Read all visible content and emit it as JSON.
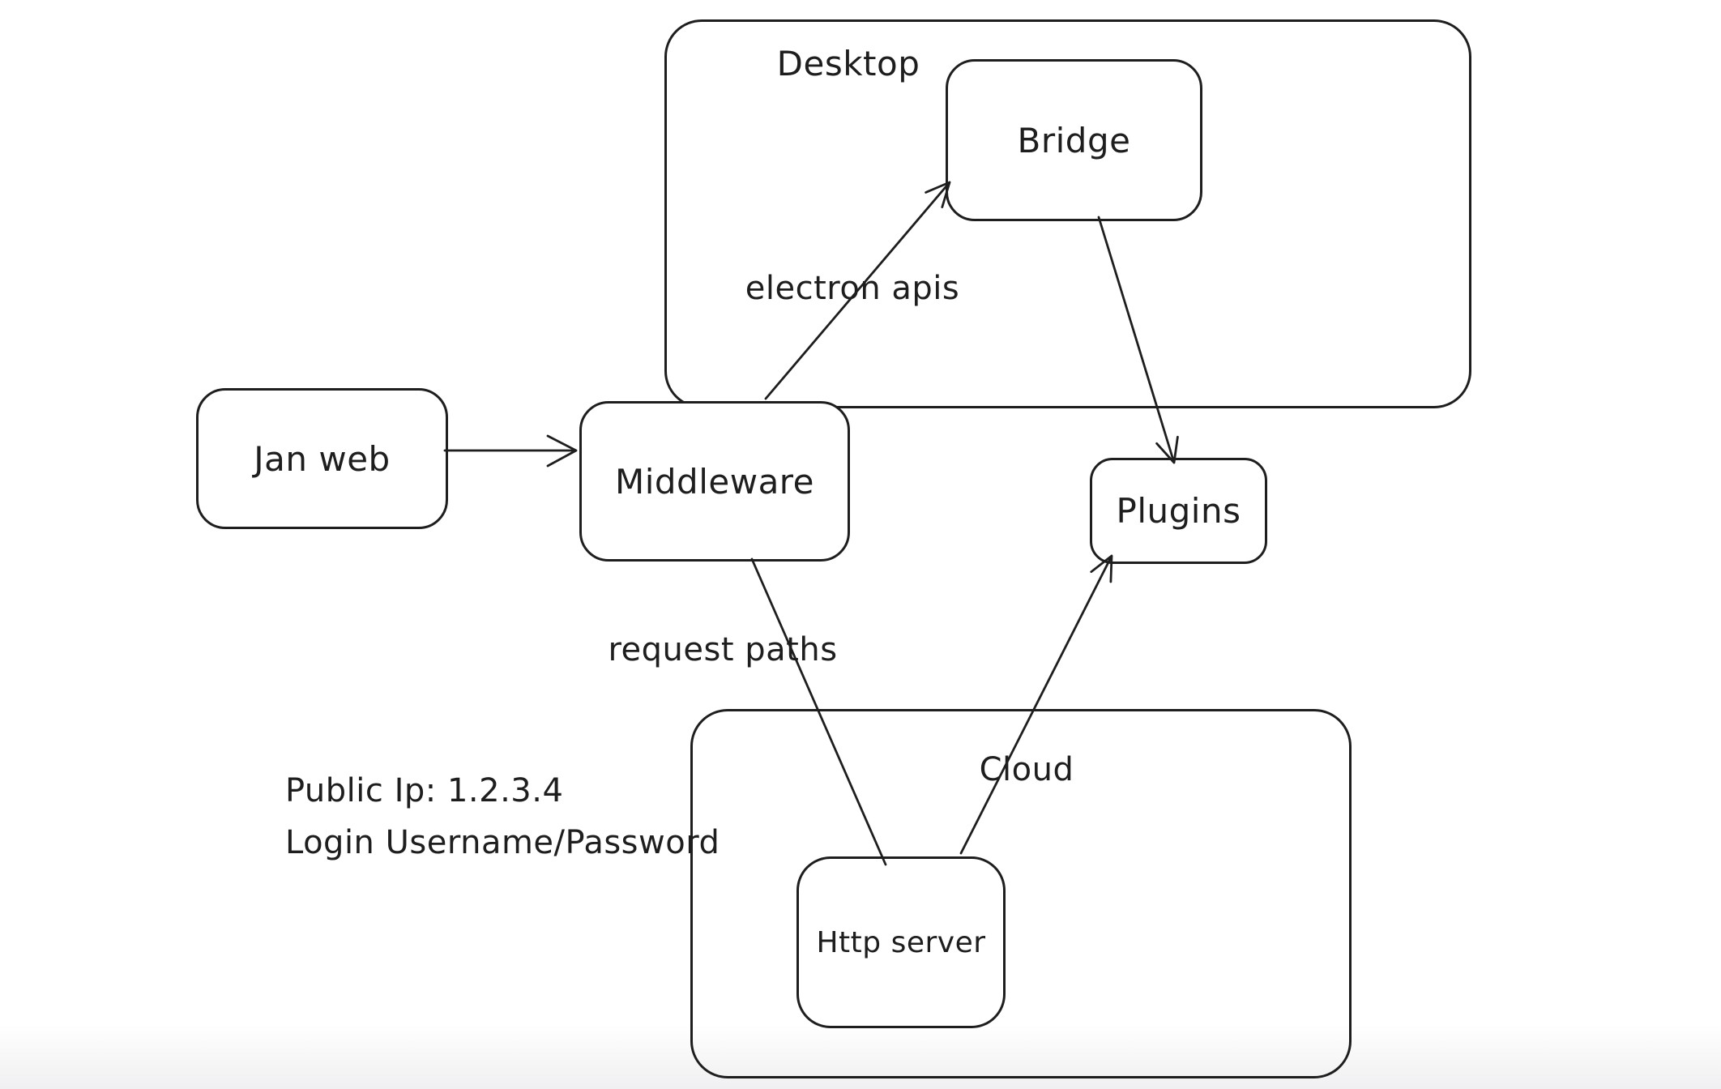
{
  "diagram": {
    "containers": [
      {
        "id": "desktop",
        "label": "Desktop"
      },
      {
        "id": "cloud",
        "label": "Cloud"
      }
    ],
    "nodes": [
      {
        "id": "jan-web",
        "label": "Jan web"
      },
      {
        "id": "middleware",
        "label": "Middleware"
      },
      {
        "id": "bridge",
        "label": "Bridge"
      },
      {
        "id": "plugins",
        "label": "Plugins"
      },
      {
        "id": "http-server",
        "label": "Http server"
      }
    ],
    "edge_labels": [
      {
        "id": "electron-apis",
        "label": "electron apis"
      },
      {
        "id": "request-paths",
        "label": "request paths"
      }
    ],
    "annotations": [
      "Public Ip: 1.2.3.4",
      "Login Username/Password"
    ],
    "colors": {
      "stroke": "#1e1e1e",
      "background": "#ffffff"
    }
  }
}
